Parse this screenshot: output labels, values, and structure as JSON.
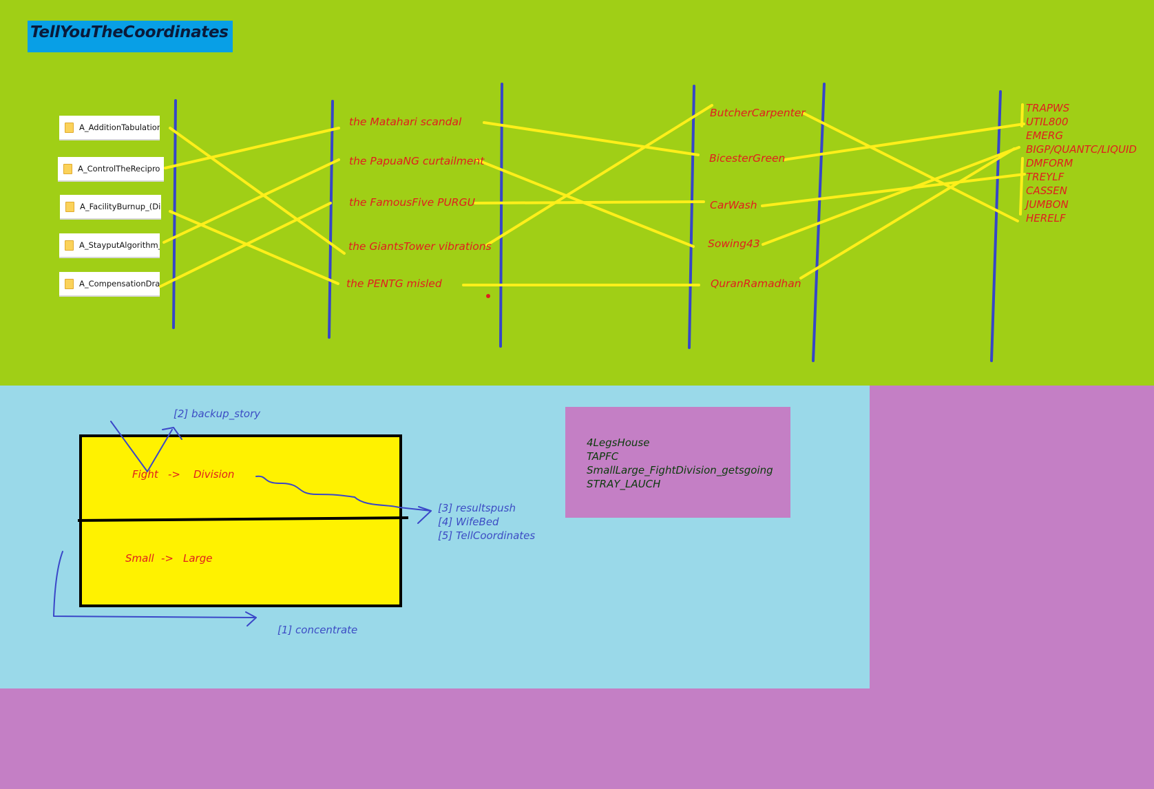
{
  "title": "TellYouTheCoordinates",
  "colors": {
    "green": "#a0cf16",
    "blue_bg": "#9ad9e9",
    "purple": "#c47fc5",
    "title_bg": "#089fe6",
    "link_yellow": "#ffef1a",
    "axis_blue": "#3646c8",
    "label_red": "#e01e1e",
    "note_blue": "#3c4cc4"
  },
  "column1_folders": [
    "A_AdditionTabulation",
    "A_ControlTheRecipro",
    "A_FacilityBurnup_(Dic",
    "A_StayputAlgorithm_",
    "A_CompensationDrar"
  ],
  "column2": [
    "the Matahari scandal",
    "the PapuaNG curtailment",
    "the FamousFive PURGU",
    "the GiantsTower vibrations",
    "the PENTG misled"
  ],
  "column3": [
    "ButcherCarpenter",
    "BicesterGreen",
    "CarWash",
    "Sowing43",
    "QuranRamadhan"
  ],
  "column4": [
    "TRAPWS",
    "UTIL800",
    "EMERG",
    "BIGP/QUANTC/LIQUID",
    "DMFORM",
    "TREYLF",
    "CASSEN",
    "JUMBON",
    "HERELF"
  ],
  "diagram": {
    "top_row": [
      "Fight",
      "->",
      "Division"
    ],
    "bottom_row": [
      "Small",
      "->",
      "Large"
    ],
    "notes": {
      "backup": "[2] backup_story",
      "concentrate": "[1] concentrate",
      "resultspush": "[3] resultspush",
      "wifebed": "[4] WifeBed",
      "tellcoords": "[5] TellCoordinates"
    }
  },
  "purple_notes": [
    "4LegsHouse",
    "TAPFC",
    "SmallLarge_FightDivision_getsgoing",
    "STRAY_LAUCH"
  ]
}
